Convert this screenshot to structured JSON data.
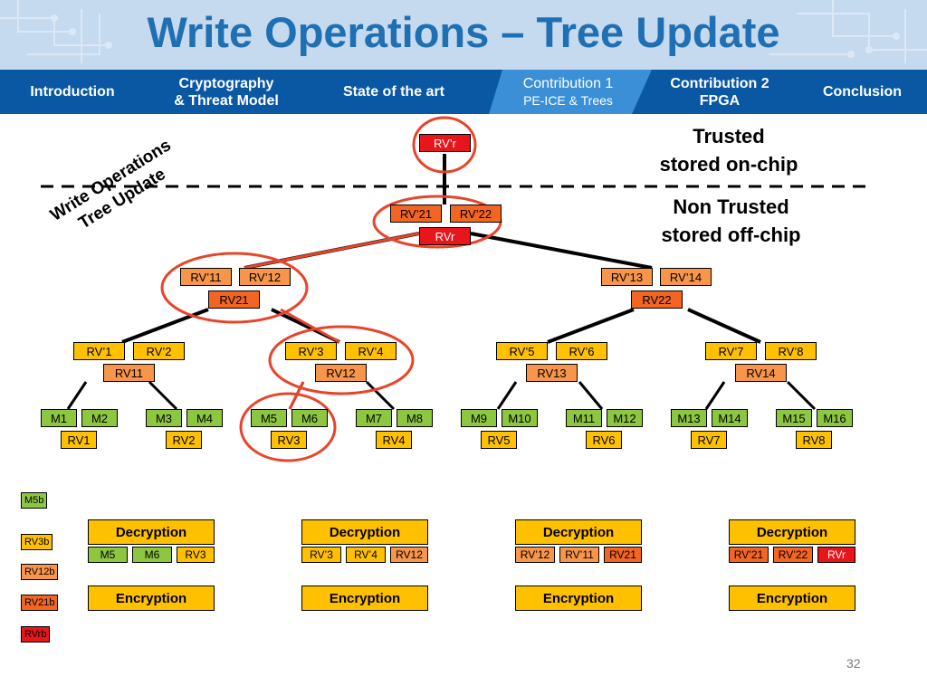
{
  "header": {
    "title": "Write Operations – Tree Update"
  },
  "nav": {
    "items": [
      {
        "lines": [
          "Introduction"
        ]
      },
      {
        "lines": [
          "Cryptography",
          "& Threat Model"
        ]
      },
      {
        "lines": [
          "State of the art"
        ]
      },
      {
        "lines": [
          "Contribution 1",
          "PE-ICE & Trees"
        ]
      },
      {
        "lines": [
          "Contribution 2",
          "FPGA"
        ]
      },
      {
        "lines": [
          "Conclusion"
        ]
      }
    ]
  },
  "labels": {
    "trusted": [
      "Trusted",
      "stored on-chip"
    ],
    "non_trusted": [
      "Non Trusted",
      "stored off-chip"
    ],
    "rotated": [
      "Write Operations",
      "Tree Update"
    ]
  },
  "tree": {
    "root": "RV’r",
    "l1": {
      "top": [
        "RV’21",
        "RV’22"
      ],
      "bottom": "RVr"
    },
    "l2": [
      {
        "top": [
          "RV’11",
          "RV’12"
        ],
        "bottom": "RV21"
      },
      {
        "top": [
          "RV’13",
          "RV’14"
        ],
        "bottom": "RV22"
      }
    ],
    "l3": [
      {
        "top": [
          "RV’1",
          "RV’2"
        ],
        "bottom": "RV11"
      },
      {
        "top": [
          "RV’3",
          "RV’4"
        ],
        "bottom": "RV12"
      },
      {
        "top": [
          "RV’5",
          "RV’6"
        ],
        "bottom": "RV13"
      },
      {
        "top": [
          "RV’7",
          "RV’8"
        ],
        "bottom": "RV14"
      }
    ],
    "leaves": [
      {
        "top": [
          "M1",
          "M2"
        ],
        "bottom": "RV1"
      },
      {
        "top": [
          "M3",
          "M4"
        ],
        "bottom": "RV2"
      },
      {
        "top": [
          "M5",
          "M6"
        ],
        "bottom": "RV3"
      },
      {
        "top": [
          "M7",
          "M8"
        ],
        "bottom": "RV4"
      },
      {
        "top": [
          "M9",
          "M10"
        ],
        "bottom": "RV5"
      },
      {
        "top": [
          "M11",
          "M12"
        ],
        "bottom": "RV6"
      },
      {
        "top": [
          "M13",
          "M14"
        ],
        "bottom": "RV7"
      },
      {
        "top": [
          "M15",
          "M16"
        ],
        "bottom": "RV8"
      }
    ]
  },
  "legend": [
    "M5b",
    "RV3b",
    "RV12b",
    "RV21b",
    "RVrb"
  ],
  "operations": {
    "decryption": "Decryption",
    "encryption": "Encryption",
    "groups": [
      [
        "M5",
        "M6",
        "RV3"
      ],
      [
        "RV’3",
        "RV’4",
        "RV12"
      ],
      [
        "RV’12",
        "RV’11",
        "RV21"
      ],
      [
        "RV’21",
        "RV’22",
        "RVr"
      ]
    ]
  },
  "page_number": "32",
  "colors": {
    "title": "#1f6fb3",
    "nav_bg": "#0a57a3",
    "nav_active": "#3a8fd6",
    "yellow": "#ffc000",
    "orange": "#f7954a",
    "dark_orange": "#f26522",
    "red": "#e8151b",
    "green": "#8dc63f",
    "highlight": "#e8442a"
  }
}
